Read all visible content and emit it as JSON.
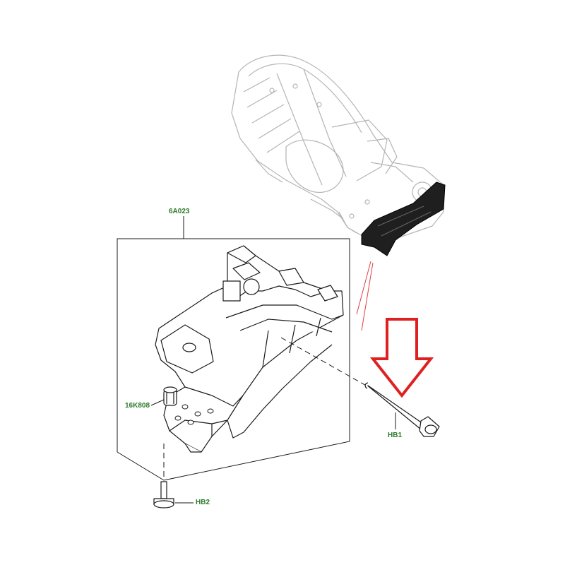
{
  "diagram": {
    "colors": {
      "line": "#1a1a1a",
      "faded_line": "#b4b4b4",
      "label": "#2a7a2a",
      "arrow": "#e02020",
      "leader": "#e04040"
    },
    "callouts": {
      "bracket": "6A023",
      "bushing": "16K808",
      "through_bolt": "HB1",
      "mount_bolt": "HB2"
    },
    "pointer": {
      "icon": "down-arrow-outline-icon",
      "color": "#e02020"
    }
  }
}
